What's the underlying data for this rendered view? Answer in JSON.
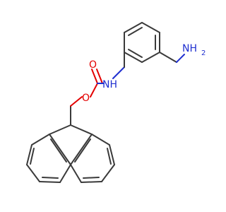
{
  "molecule": {
    "atoms": {
      "carbonyl_oxygen": "O",
      "ester_oxygen": "O",
      "carbamate_nitrogen": "NH",
      "amine_nitrogen": "NH2_prefix",
      "amine_hydrogen_count": "2"
    },
    "colors": {
      "bond": "#3a3a3a",
      "oxygen": "#e30000",
      "nitrogen": "#2030d0",
      "background": "#ffffff"
    }
  }
}
